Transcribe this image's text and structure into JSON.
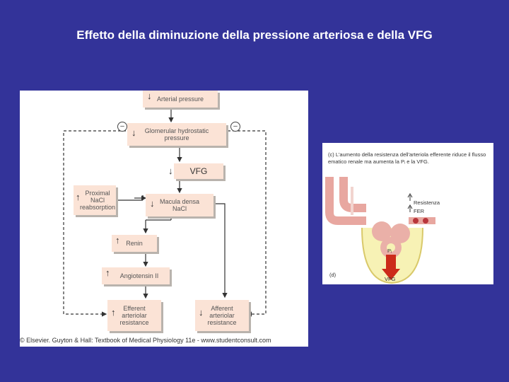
{
  "slide": {
    "title": "Effetto della diminuzione della pressione arteriosa e della VFG"
  },
  "left_diagram": {
    "boxes": {
      "arterial_pressure": "Arterial pressure",
      "glomerular_pressure": "Glomerular hydrostatic\npressure",
      "vfg": "VFG",
      "proximal": "Proximal\nNaCl\nreabsorption",
      "macula_densa": "Macula densa\nNaCl",
      "renin": "Renin",
      "angiotensin": "Angiotensin II",
      "efferent": "Efferent\narteriolar\nresistance",
      "afferent": "Afferent\narteriolar\nresistance"
    },
    "feedback_sign": "–",
    "copyright": "© Elsevier. Guyton & Hall: Textbook of Medical Physiology 11e - www.studentconsult.com"
  },
  "right_diagram": {
    "caption": "(c) L'aumento della resistenza dell'arteriola efferente riduce il flusso ematico renale ma aumenta la Pᵢ e la VFG.",
    "labels": {
      "resistenza": "Resistenza",
      "fer": "FER",
      "pi": "Pᵢ",
      "d": "(d)",
      "vfg": "VFG"
    }
  },
  "colors": {
    "background": "#333399",
    "box_fill": "#fbe3d6",
    "arrow_red": "#cc2b1a"
  }
}
